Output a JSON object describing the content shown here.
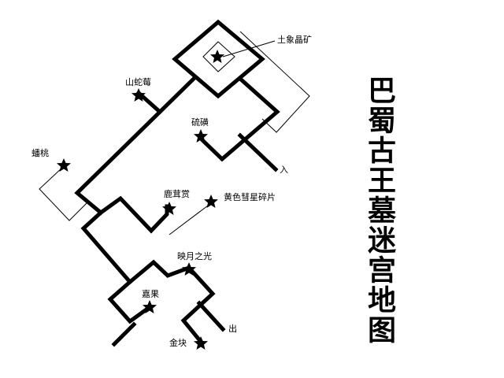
{
  "title": "巴蜀古王墓迷宫地图",
  "labels": {
    "tuxiang": "土象晶矿",
    "shanshemei": "山蛇莓",
    "liuhuang": "硫磺",
    "fantao": "蟠桃",
    "entrance": "入",
    "lurongshang": "鹿茸赏",
    "huixing": "黄色彗星碎片",
    "yingyue": "映月之光",
    "jiaguo": "嘉果",
    "exit": "出",
    "jinkuai": "金块"
  },
  "icons": {
    "marker": "star-icon"
  },
  "colors": {
    "wall": "#000000",
    "background": "#ffffff"
  }
}
